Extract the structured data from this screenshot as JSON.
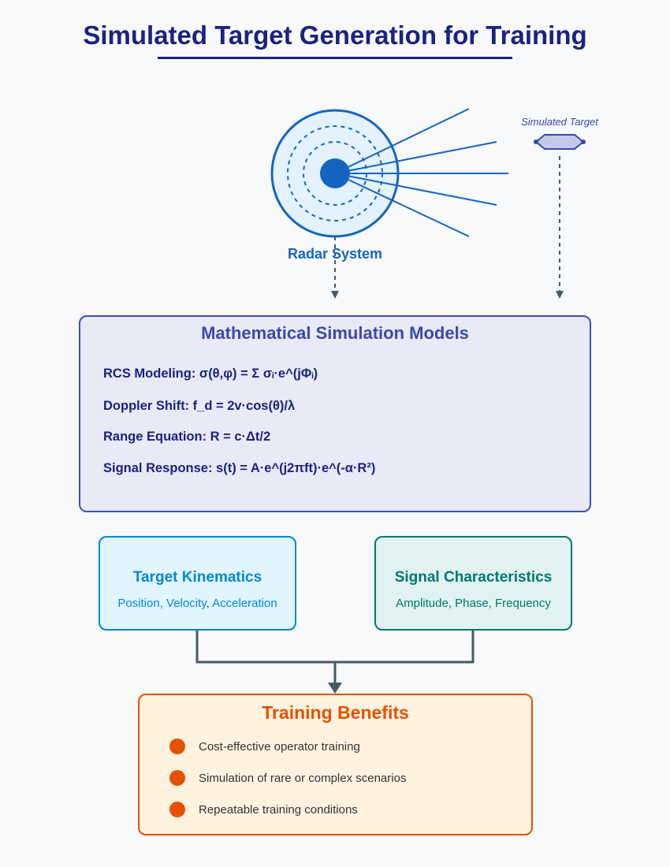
{
  "title": "Simulated Target Generation for Training",
  "radar": {
    "label": "Radar System",
    "icon": "radar-icon"
  },
  "target": {
    "label": "Simulated Target",
    "icon": "target-aircraft-icon"
  },
  "math_models": {
    "title": "Mathematical Simulation Models",
    "equations": [
      "RCS Modeling: σ(θ,φ) = Σ σᵢ·e^(jΦᵢ)",
      "Doppler Shift: f_d = 2v·cos(θ)/λ",
      "Range Equation: R = c·Δt/2",
      "Signal Response: s(t) = A·e^(j2πft)·e^(-α·R²)"
    ]
  },
  "kinematics": {
    "title": "Target Kinematics",
    "subtitle": "Position, Velocity, Acceleration"
  },
  "signal": {
    "title": "Signal Characteristics",
    "subtitle": "Amplitude, Phase, Frequency"
  },
  "benefits": {
    "title": "Training Benefits",
    "items": [
      "Cost-effective operator training",
      "Simulation of rare or complex scenarios",
      "Repeatable training conditions"
    ]
  },
  "colors": {
    "title": "#1a237e",
    "radar": "#1565c0",
    "math": "#3f51b5",
    "kinematics": "#0288d1",
    "signal": "#00796b",
    "benefits": "#e65100",
    "connector": "#455a64"
  }
}
